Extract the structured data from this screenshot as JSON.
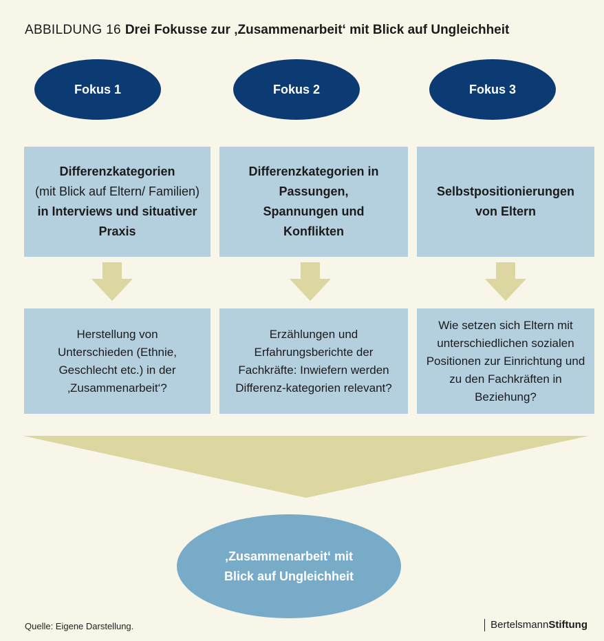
{
  "header": {
    "prefix": "ABBILDUNG 16",
    "title": "Drei Fokusse zur ‚Zusammenarbeit‘ mit Blick auf Ungleichheit"
  },
  "foci": [
    {
      "label": "Fokus 1",
      "category": [
        {
          "text": "Differenzkategorien",
          "bold": true
        },
        {
          "text": "(mit Blick auf Eltern/ Familien)",
          "bold": false
        },
        {
          "text": "in Interviews und situativer Praxis",
          "bold": true
        }
      ],
      "question": "Herstellung von Unterschieden (Ethnie, Geschlecht etc.) in der ‚Zusammenarbeit‘?"
    },
    {
      "label": "Fokus 2",
      "category": [
        {
          "text": "Differenzkategorien in Passungen, Spannungen und Konflikten",
          "bold": true
        }
      ],
      "question": "Erzählungen und Erfahrungsberichte der Fachkräfte: Inwiefern werden Differenz-kategorien relevant?"
    },
    {
      "label": "Fokus 3",
      "category": [
        {
          "text": "Selbstpositionierungen von Eltern",
          "bold": true
        }
      ],
      "question": "Wie setzen sich Eltern mit unterschiedlichen sozialen Positionen zur Einrichtung und zu den Fachkräften in Beziehung?"
    }
  ],
  "result": "‚Zusammenarbeit‘ mit Blick auf Ungleichheit",
  "source": "Quelle: Eigene Darstellung.",
  "logo": {
    "part1": "Bertelsmann",
    "part2": "Stiftung"
  },
  "colors": {
    "background": "#f8f5e9",
    "oval": "#0c3b74",
    "box": "#b4cfde",
    "arrow": "#dcd6a0",
    "result": "#78abc8"
  }
}
